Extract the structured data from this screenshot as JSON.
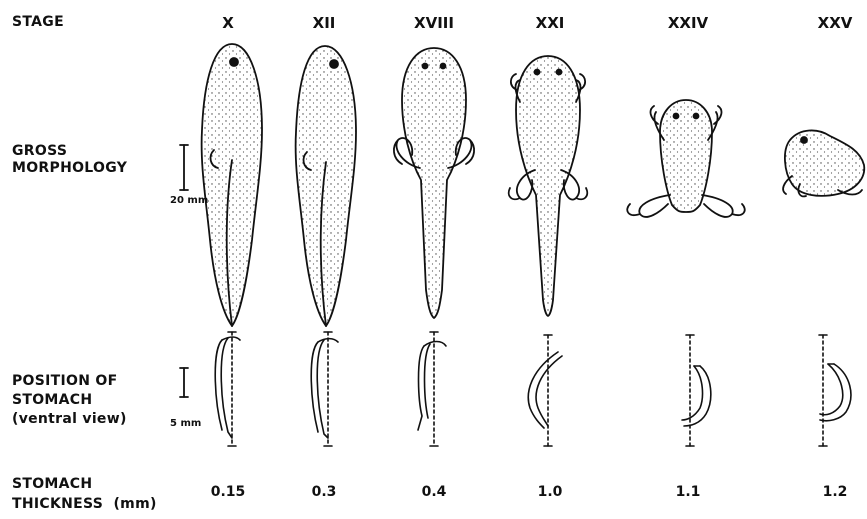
{
  "row_labels": {
    "stage": "STAGE",
    "gross_line1": "GROSS",
    "gross_line2": "MORPHOLOGY",
    "position_line1": "POSITION OF",
    "position_line2": "STOMACH",
    "position_line3": "(ventral view)",
    "thickness_line1": "STOMACH",
    "thickness_line2": "THICKNESS",
    "thickness_unit": "(mm)"
  },
  "scale_bars": {
    "gross": "20 mm",
    "stomach": "5 mm"
  },
  "stages": [
    {
      "name": "X",
      "thickness": "0.15",
      "form": "tadpole"
    },
    {
      "name": "XII",
      "thickness": "0.3",
      "form": "tadpole"
    },
    {
      "name": "XVIII",
      "thickness": "0.4",
      "form": "hindlimb tadpole"
    },
    {
      "name": "XXI",
      "thickness": "1.0",
      "form": "four-limb tadpole"
    },
    {
      "name": "XXIV",
      "thickness": "1.1",
      "form": "froglet"
    },
    {
      "name": "XXV",
      "thickness": "1.2",
      "form": "frog"
    }
  ],
  "colors": {
    "ink": "#111111",
    "background": "#ffffff"
  }
}
